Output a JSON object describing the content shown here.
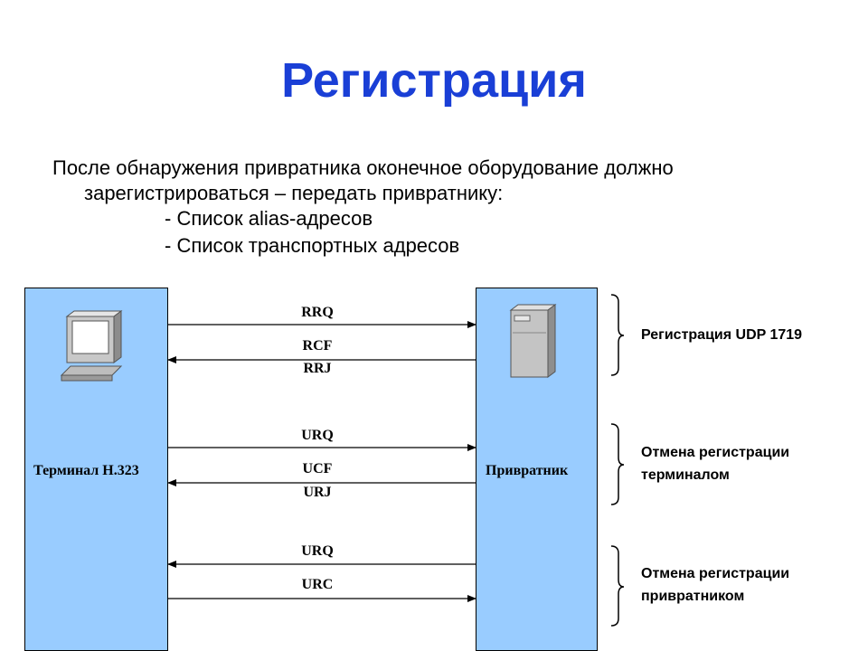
{
  "title": "Регистрация",
  "intro": {
    "line1": "После обнаружения привратника оконечное оборудование должно",
    "line2": "зарегистрироваться – передать привратнику:",
    "bullets": [
      "- Список alias-адресов",
      "- Список транспортных адресов"
    ]
  },
  "diagram": {
    "terminal_label": "Терминал H.323",
    "gatekeeper_label": "Привратник",
    "messages": {
      "rrq": "RRQ",
      "rcf": "RCF",
      "rrj": "RRJ",
      "urq1": "URQ",
      "ucf": "UCF",
      "urj": "URJ",
      "urq2": "URQ",
      "urc": "URC"
    },
    "groups": {
      "g1": "Регистрация UDP 1719",
      "g2_line1": "Отмена регистрации",
      "g2_line2": "терминалом",
      "g3_line1": "Отмена регистрации",
      "g3_line2": "привратником"
    },
    "colors": {
      "column_fill": "#99ccff",
      "title": "#1a3fd6"
    },
    "icons": [
      "computer-icon",
      "server-icon"
    ]
  }
}
